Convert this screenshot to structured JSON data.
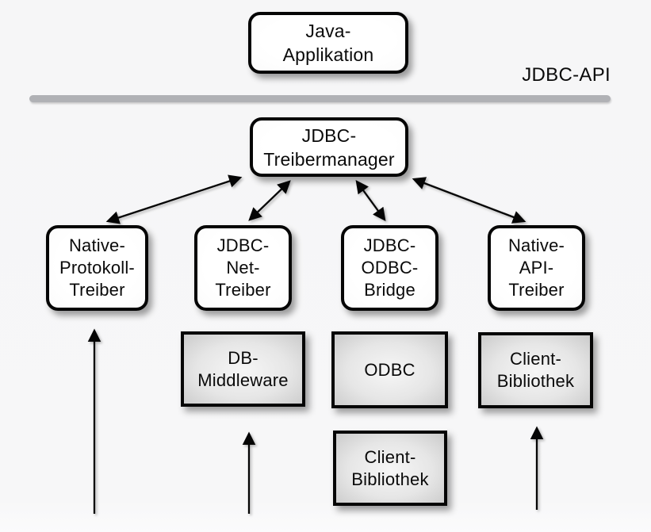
{
  "page": {
    "background": "#f6f6f7",
    "divider_color": "#b0b1b5"
  },
  "api_layer": {
    "label": "JDBC-API"
  },
  "nodes": {
    "java_app": {
      "label": "Java-\nApplikation",
      "style": "rounded-white"
    },
    "treibermanager": {
      "label": "JDBC-\nTreibermanager",
      "style": "rounded-white"
    },
    "native_protokoll": {
      "label": "Native-\nProtokoll-\nTreiber",
      "style": "rounded-white"
    },
    "jdbc_net": {
      "label": "JDBC-\nNet-\nTreiber",
      "style": "rounded-white"
    },
    "jdbc_odbc": {
      "label": "JDBC-\nODBC-\nBridge",
      "style": "rounded-white"
    },
    "native_api": {
      "label": "Native-\nAPI-\nTreiber",
      "style": "rounded-white"
    },
    "db_middleware": {
      "label": "DB-\nMiddleware",
      "style": "gray-rect"
    },
    "odbc": {
      "label": "ODBC",
      "style": "gray-rect"
    },
    "client_bibliothek_odbc": {
      "label": "Client-\nBibliothek",
      "style": "gray-rect"
    },
    "client_bibliothek_api": {
      "label": "Client-\nBibliothek",
      "style": "gray-rect"
    }
  },
  "edges": [
    {
      "from": "treibermanager",
      "to": "native_protokoll",
      "direction": "bidirectional"
    },
    {
      "from": "treibermanager",
      "to": "jdbc_net",
      "direction": "bidirectional"
    },
    {
      "from": "treibermanager",
      "to": "jdbc_odbc",
      "direction": "bidirectional"
    },
    {
      "from": "treibermanager",
      "to": "native_api",
      "direction": "bidirectional"
    },
    {
      "from": "below",
      "to": "native_protokoll",
      "direction": "up"
    },
    {
      "from": "below",
      "to": "db_middleware",
      "direction": "up"
    },
    {
      "from": "below",
      "to": "client_bibliothek_odbc",
      "direction": "up"
    }
  ]
}
